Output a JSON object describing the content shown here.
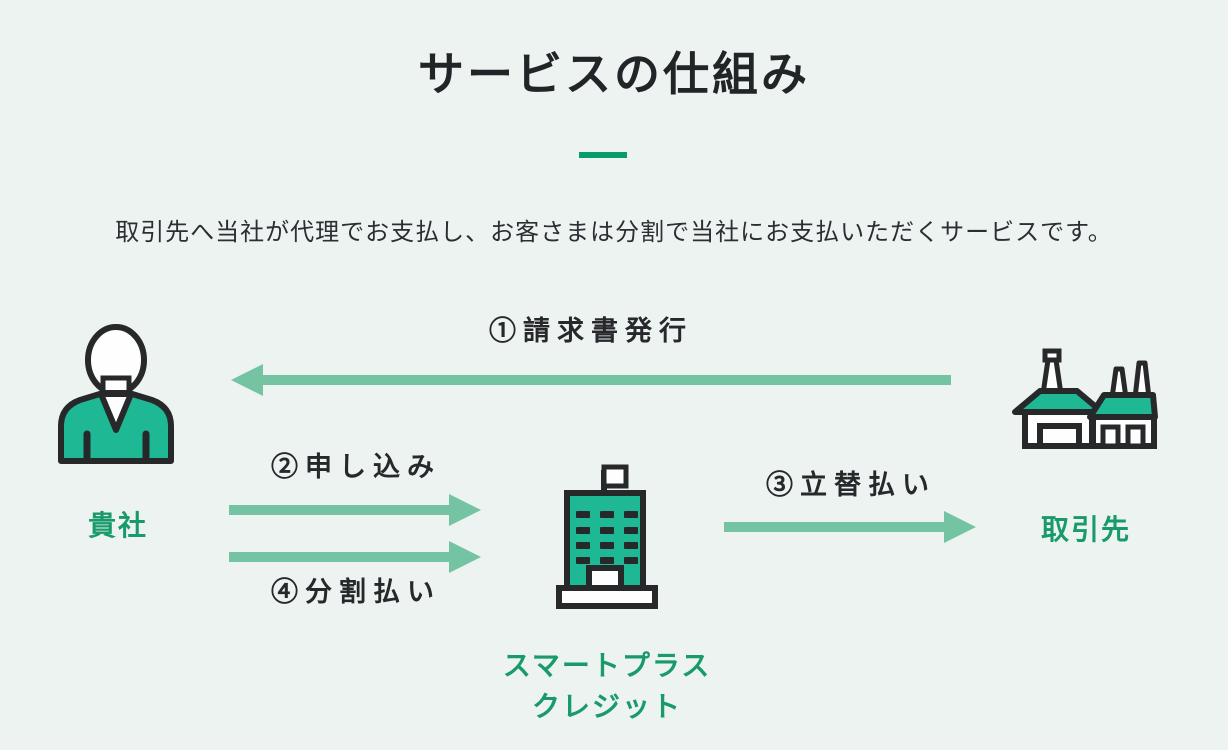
{
  "header": {
    "title": "サービスの仕組み",
    "description": "取引先へ当社が代理でお支払し、お客さまは分割で当社にお支払いただくサービスです。"
  },
  "diagram": {
    "actors": [
      {
        "id": "your-company",
        "icon": "person-icon",
        "label": "貴社"
      },
      {
        "id": "smartplus-credit",
        "icon": "office-building-icon",
        "label_lines": [
          "スマートプラス",
          "クレジット"
        ]
      },
      {
        "id": "supplier",
        "icon": "factory-icon",
        "label": "取引先"
      }
    ],
    "flows": [
      {
        "number": "①",
        "label": "請求書発行",
        "from": "supplier",
        "to": "your-company",
        "direction": "left"
      },
      {
        "number": "②",
        "label": "申し込み",
        "from": "your-company",
        "to": "smartplus-credit",
        "direction": "right"
      },
      {
        "number": "③",
        "label": "立替払い",
        "from": "smartplus-credit",
        "to": "supplier",
        "direction": "right"
      },
      {
        "number": "④",
        "label": "分割払い",
        "from": "your-company",
        "to": "smartplus-credit",
        "direction": "right"
      }
    ]
  },
  "colors": {
    "background": "#edf3f0",
    "accent_green": "#089c6a",
    "label_green": "#189a6b",
    "arrow_green": "#74c4a4",
    "icon_fill_green": "#1fb894",
    "icon_outline": "#26282a",
    "text_dark": "#26282b"
  }
}
